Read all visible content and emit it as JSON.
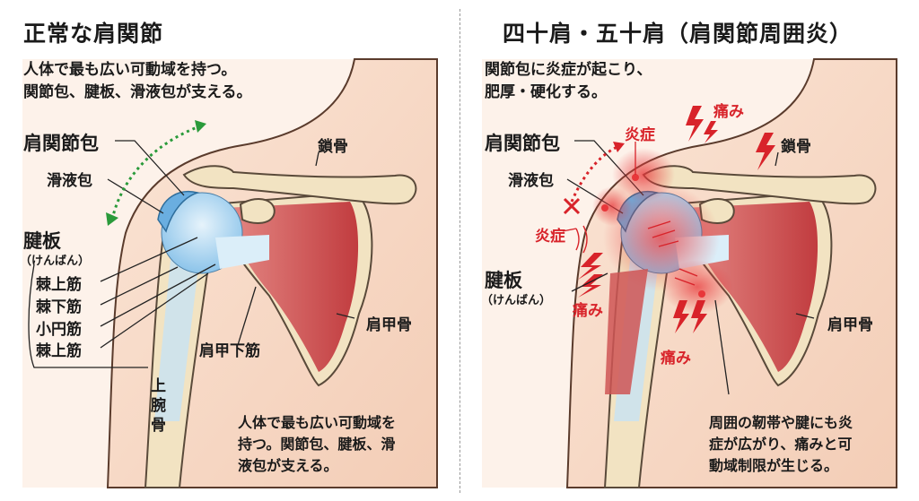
{
  "left": {
    "title": "正常な肩関節",
    "description": [
      "人体で最も広い可動域を持つ。",
      "関節包、腱板、滑液包が支える。"
    ],
    "labels": {
      "capsule": "肩関節包",
      "bursa": "滑液包",
      "rotator_cuff": "腱板",
      "rotator_cuff_reading": "（けんばん）",
      "supraspinatus": "棘上筋",
      "infraspinatus": "棘下筋",
      "teres_minor": "小円筋",
      "supraspinatus_2": "棘上筋",
      "humerus": "上腕骨",
      "clavicle": "鎖骨",
      "scapula": "肩甲骨",
      "subscapularis": "肩甲下筋"
    },
    "note": [
      "人体で最も広い可動域を",
      "持つ。関節包、腱板、滑",
      "液包が支える。"
    ]
  },
  "right": {
    "title": "四十肩・五十肩（肩関節周囲炎）",
    "description": [
      "関節包に炎症が起こり、",
      "肥厚・硬化する。"
    ],
    "labels": {
      "capsule": "肩関節包",
      "bursa": "滑液包",
      "rotator_cuff": "腱板",
      "rotator_cuff_reading": "（けんばん）",
      "clavicle": "鎖骨",
      "scapula": "肩甲骨",
      "inflammation_top": "炎症",
      "inflammation_side": "炎症",
      "pain_top": "痛み",
      "pain_side": "痛み",
      "pain_bottom": "痛み"
    },
    "note": [
      "周囲の靭帯や腱にも炎",
      "症が広がり、痛みと可",
      "動域制限が生じる。"
    ]
  },
  "colors": {
    "skin": "#f7dccb",
    "bone": "#f2e3c2",
    "muscle": "#c9494a",
    "tendon": "#a9d3ee",
    "accent_green": "#2a9a3a",
    "inflammation_red": "#d8232a"
  }
}
